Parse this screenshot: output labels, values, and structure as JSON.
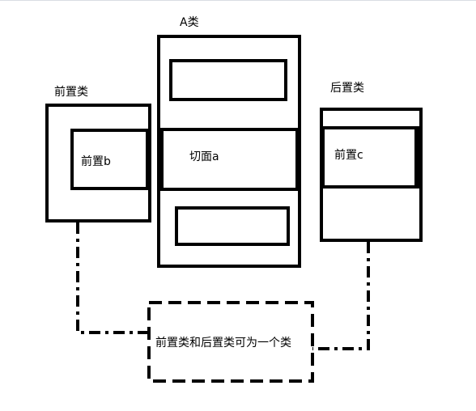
{
  "labels": {
    "class_a": "A类",
    "pre_class": "前置类",
    "post_class": "后置类",
    "pre_b": "前置b",
    "aspect_a": "切面a",
    "pre_c": "前置c",
    "note": "前置类和后置类可为一个类"
  },
  "colors": {
    "stroke": "#000000",
    "background": "#ffffff"
  }
}
